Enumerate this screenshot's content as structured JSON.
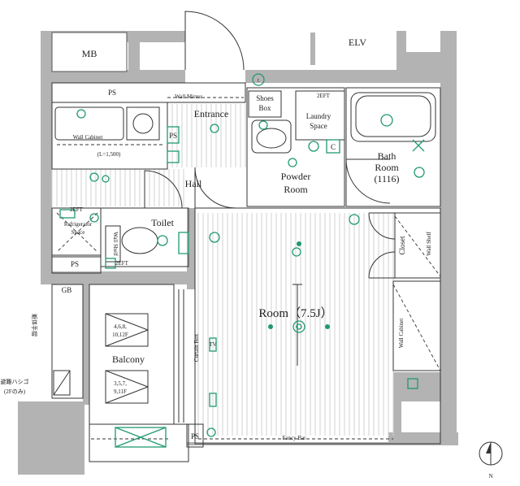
{
  "labels": {
    "mb": "MB",
    "elv": "ELV",
    "ps_top": "PS",
    "wall_mirror": "Wall Mirror",
    "shoes_box_line1": "Shoes",
    "shoes_box_line2": "Box",
    "entrance": "Entrance",
    "laundry_line1": "Laundry",
    "laundry_line2": "Space",
    "ps_kitchen": "PS",
    "wall_cabinet_kitchen": "Wall Cabinet",
    "kitchen_length": "(L=1,500)",
    "powder_line1": "Powder",
    "powder_line2": "Room",
    "bath_line1": "Bath",
    "bath_line2": "Room",
    "bath_line3": "(1116)",
    "hall": "Hall",
    "refrig_line1": "Refrigerator",
    "refrig_line2": "Space",
    "toilet": "Toilet",
    "wall_shelf_toilet": "Wall Shelf",
    "ps_bottom": "PS",
    "closet": "Closet",
    "wall_shelf_closet": "Wall Shelf",
    "gb": "GB",
    "room": "Room（7.5J）",
    "wall_cabinet_room": "Wall Cabinet",
    "curtain_box": "Curtain Box",
    "balcony": "Balcony",
    "floors_a_line1": "4,6,8,",
    "floors_a_line2": "10,12F",
    "floors_b_line1": "3,5,7,",
    "floors_b_line2": "9,11F",
    "partition_vertical": "躯体手摺",
    "hatch_line1": "避難ハシゴ",
    "hatch_line2": "(2Fのみ)",
    "ps_balcony": "PS",
    "fancy_bar": "Fancy Bar",
    "compass_n": "N",
    "eeft_tag1": "2EFT",
    "eeft_tag2": "2EFT",
    "eeft_tag3": "2EFT",
    "tv_tag": "TV",
    "c_tag": "C",
    "t_tag": "t"
  },
  "colors": {
    "wall": "#b3b3b3",
    "fixture_green": "#1f9a6e",
    "line": "#333333"
  }
}
